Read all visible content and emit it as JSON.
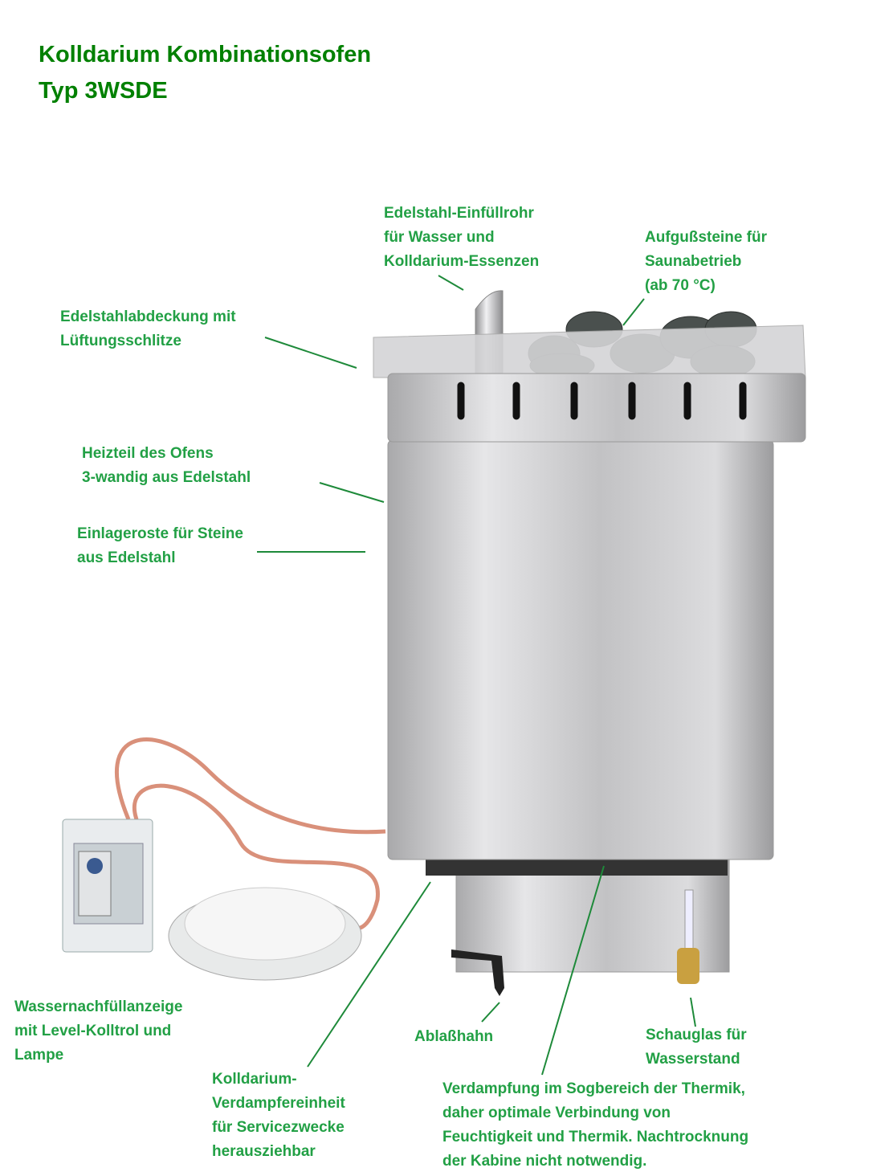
{
  "title": {
    "line1": "Kolldarium Kombinationsofen",
    "line2": "Typ 3WSDE"
  },
  "colors": {
    "title": "#008000",
    "labels": "#22a045",
    "leader_lines": "#1e8a3a",
    "steel": "#c9c9cb",
    "cable": "#d9907a"
  },
  "labels": {
    "fill_pipe": [
      "Edelstahl-Einfüllrohr",
      "für Wasser und",
      "Kolldarium-Essenzen"
    ],
    "stones": [
      "Aufgußsteine für",
      "Saunabetrieb",
      "(ab 70 °C)"
    ],
    "cover": [
      "Edelstahlabdeckung mit",
      "Lüftungsschlitze"
    ],
    "heater": [
      "Heizteil des Ofens",
      "3-wandig aus Edelstahl"
    ],
    "grates": [
      "Einlageroste für Steine",
      "aus Edelstahl"
    ],
    "refill_indicator": [
      "Wassernachfüllanzeige",
      "mit Level-Kolltrol und",
      "Lampe"
    ],
    "drain_valve": [
      "Ablaßhahn"
    ],
    "sight_glass": [
      "Schauglas für",
      "Wasserstand"
    ],
    "evaporator_unit": [
      "Kolldarium-",
      "Verdampfereinheit",
      "für Servicezwecke",
      "herausziehbar"
    ],
    "evaporation": [
      "Verdampfung im Sogbereich der Thermik,",
      "daher optimale Verbindung von",
      "Feuchtigkeit und Thermik. Nachtrocknung",
      "der Kabine nicht notwendig."
    ]
  }
}
